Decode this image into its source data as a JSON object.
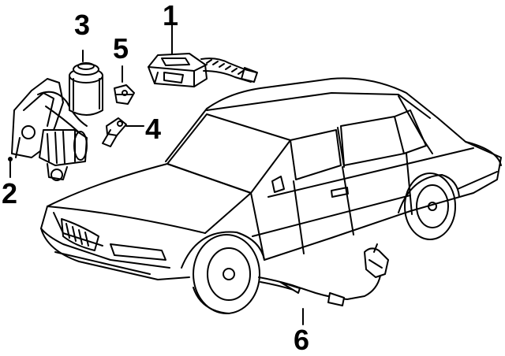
{
  "callouts": {
    "c1": "1",
    "c2": "2",
    "c3": "3",
    "c4": "4",
    "c5": "5",
    "c6": "6"
  },
  "colors": {
    "ink": "#000000",
    "paper": "#ffffff",
    "shade": "#c8c8c8"
  }
}
